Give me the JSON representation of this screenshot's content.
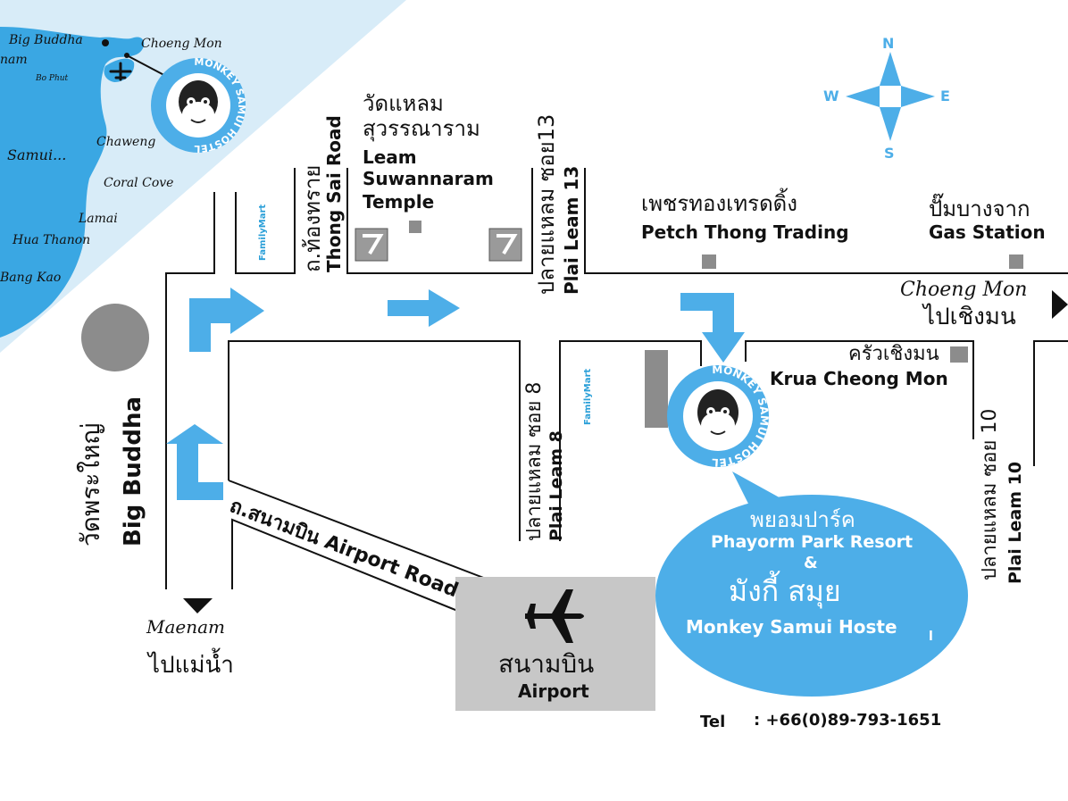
{
  "inset": {
    "places": [
      "Big Buddha",
      "Choeng Mon",
      "nam",
      "Bo Phut",
      "Samui...",
      "Chaweng",
      "Coral Cove",
      "Lamai",
      "Hua Thanon",
      "Bang Kao"
    ],
    "logo_text": "MONKEY SAMUI HOSTEL"
  },
  "compass": {
    "n": "N",
    "s": "S",
    "e": "E",
    "w": "W"
  },
  "landmarks": {
    "temple_thai_1": "วัดแหลม",
    "temple_thai_2": "สุวรรณาราม",
    "temple_en_1": "Leam",
    "temple_en_2": "Suwannaram",
    "temple_en_3": "Temple",
    "petch_thai": "เพชรทองเทรดดิ้ง",
    "petch_en": "Petch Thong Trading",
    "gas_thai": "ปั๊มบางจาก",
    "gas_en": "Gas Station",
    "krua_thai": "ครัวเชิงมน",
    "krua_en": "Krua Cheong Mon",
    "big_buddha_thai": "วัดพระใหญ่",
    "big_buddha_en": "Big Buddha",
    "familymart": "FamilyMart"
  },
  "roads": {
    "thong_sai_thai": "ถ.ท้องทราย",
    "thong_sai_en": "Thong Sai Road",
    "plai13_thai": "ปลายแหลม ซอย13",
    "plai13_en": "Plai Leam 13",
    "plai8_thai": "ปลายแหลม ซอย 8",
    "plai8_en": "Plai Leam 8",
    "plai10_thai": "ปลายแหลม ซอย 10",
    "plai10_en": "Plai Leam 10",
    "airport_road": "ถ.สนามบิน Airport Road",
    "choeng_mon_en": "Choeng Mon",
    "choeng_mon_thai": "ไปเชิงมน",
    "maenam_en": "Maenam",
    "maenam_thai": "ไปแม่น้ำ"
  },
  "airport": {
    "thai": "สนามบิน",
    "en": "Airport"
  },
  "resort": {
    "thai_1": "พยอมปาร์ค",
    "en_1": "Phayorm Park Resort",
    "amp": "&",
    "thai_2": "มังกี้ สมุย",
    "en_2": "Monkey Samui Hoste",
    "en_2_tail": "l"
  },
  "contact": {
    "label": "Tel",
    "value": ": +66(0)89-793-1651"
  },
  "colors": {
    "sea": "#d8ecf8",
    "land": "#3aa7e3",
    "accent": "#4daee8",
    "marker": "#8c8c8c",
    "airport_box": "#c7c7c7"
  }
}
